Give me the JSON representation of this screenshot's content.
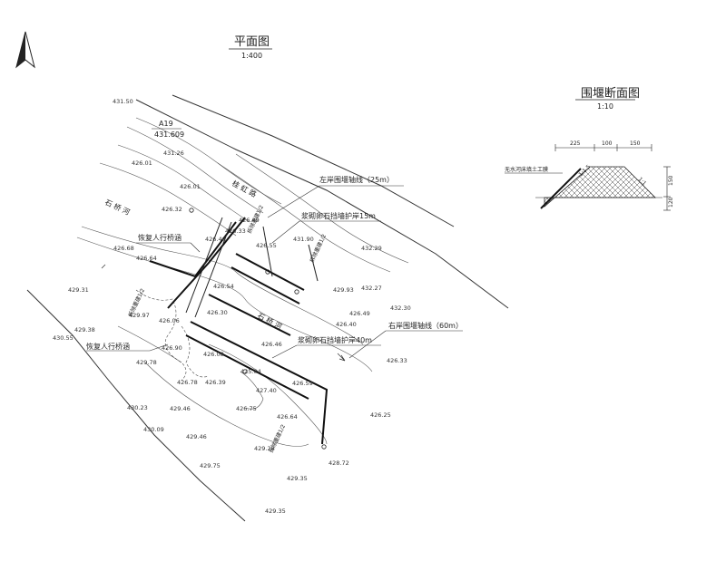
{
  "plan_view": {
    "title": "平面图",
    "scale": "1:400",
    "labels": {
      "a19_station": "A19",
      "a19_elevation": "431.609",
      "road": "桂 虹 路",
      "river_upper": "石 桥 河",
      "river_lower": "石 桥 河",
      "restore_walkway_1": "恢复人行桥涵",
      "restore_walkway_2": "恢复人行桥涵",
      "left_cofferdam": "左岸围堰轴线（25m）",
      "right_cofferdam": "右岸围堰轴线（60m）",
      "masonry_wall_15": "浆砌卵石挡墙护岸15m",
      "masonry_wall_40": "浆砌卵石挡墙护岸40m",
      "section_a": "拆除重建1/2",
      "section_b": "拆除重建1/2",
      "section_c": "拆除重建1/2",
      "section_d": "拆除重建1/2"
    },
    "elevations": [
      "431.50",
      "431.26",
      "426.01",
      "426.01",
      "426.32",
      "426.49",
      "426.33",
      "426.68",
      "431.90",
      "432.29",
      "426.64",
      "426.46",
      "426.55",
      "426.54",
      "429.31",
      "432.27",
      "429.97",
      "429.38",
      "432.30",
      "426.49",
      "430.55",
      "429.78",
      "426.30",
      "426.40",
      "426.46",
      "426.33",
      "426.08",
      "425.04",
      "426.39",
      "427.40",
      "426.59",
      "430.23",
      "429.46",
      "426.25",
      "430.09",
      "429.46",
      "429.28",
      "428.72",
      "429.75",
      "429.35",
      "429.35",
      "426.75",
      "426.64",
      "426.06",
      "426.90",
      "429.93",
      "426.78"
    ]
  },
  "section_view": {
    "title": "围堰断面图",
    "scale": "1:10",
    "dim_top": [
      "225",
      "100",
      "150"
    ],
    "dim_right": [
      "150",
      "120"
    ],
    "slope_left": "1:1.5",
    "slope_right": "1:1",
    "fill_label": "无水河床填土工膜"
  },
  "north_arrow": {
    "icon": "north-arrow-icon"
  }
}
